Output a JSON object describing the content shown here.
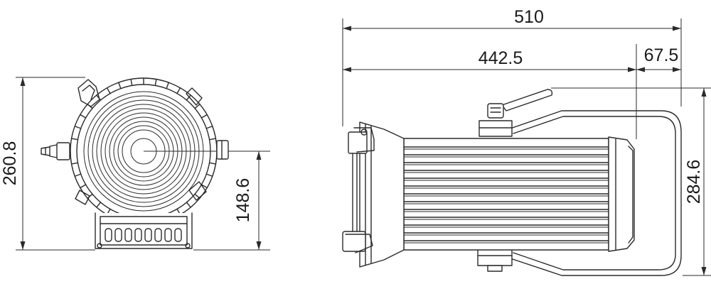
{
  "dimensions": {
    "total_length": "510",
    "body_length": "442.5",
    "yoke_offset": "67.5",
    "front_height": "260.8",
    "lens_center_height": "148.6",
    "side_height": "284.6"
  },
  "colors": {
    "line": "#2a2a2a",
    "background": "#ffffff"
  }
}
